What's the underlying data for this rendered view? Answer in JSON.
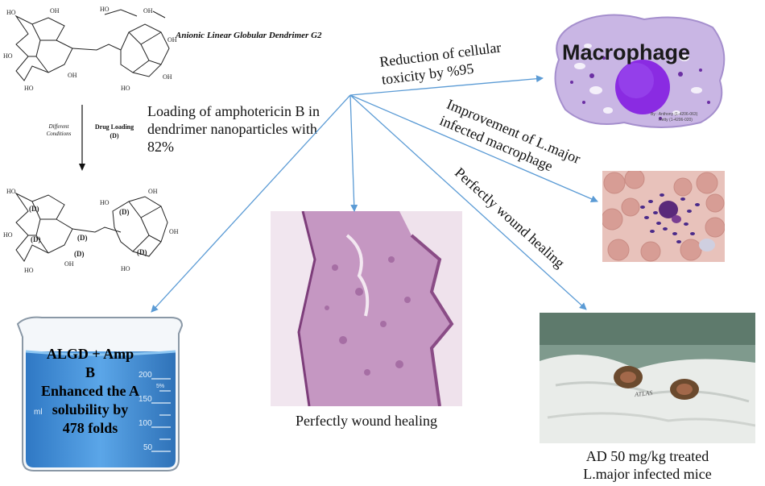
{
  "dendrimer": {
    "title": "Anionic Linear Globular Dendrimer G2",
    "group_label": "OH",
    "drug_marker": "(D)"
  },
  "process": {
    "condition_label": "Different Conditions",
    "step_label": "Drug Loading (D)",
    "loading_text": "Loading of amphotericin B in dendrimer nanoparticles with 82%"
  },
  "outcomes": {
    "toxicity": "Reduction of cellular toxicity by %95",
    "improvement": "Improvement of L.major infected macrophage",
    "healing_arrow": "Perfectly wound healing",
    "healing_caption": "Perfectly wound healing",
    "mice_caption_line1": "AD 50 mg/kg treated",
    "mice_caption_line2": "L.major infected mice"
  },
  "macrophage": {
    "title": "Macrophage",
    "credit_line1": "By : Anthony (1-4206-063)",
    "credit_line2": "Retty (1-4206-020)"
  },
  "beaker": {
    "line1": "ALGD + Amp",
    "line2": "B",
    "line3": "Enhanced the A",
    "line4": "solubility by",
    "line5": "478 folds",
    "scale_200": "200",
    "scale_150": "150",
    "scale_100": "100",
    "scale_50": "50",
    "scale_ml": "ml",
    "scale_pct": "5%"
  },
  "photo_text": {
    "towel_brand": "ATLAS"
  },
  "colors": {
    "arrow": "#5b9bd5",
    "macrophage_cell": "#c9b6e4",
    "nucleus": "#8a2be2",
    "tissue": "#b07aa8",
    "liquid": "#3f8fd6"
  }
}
